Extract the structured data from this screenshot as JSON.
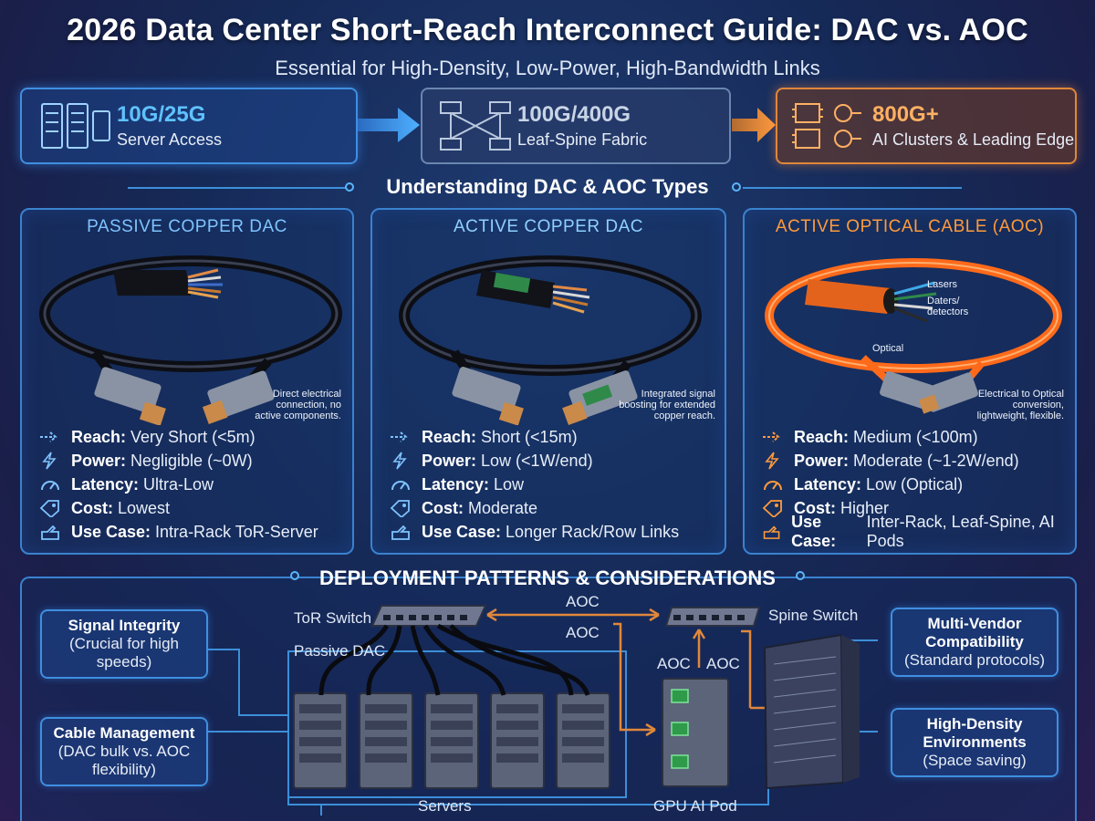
{
  "header": {
    "title": "2026 Data Center Short-Reach Interconnect Guide: DAC vs. AOC",
    "subtitle": "Essential for High-Density, Low-Power, High-Bandwidth Links"
  },
  "tiers": [
    {
      "speed": "10G/25G",
      "desc": "Server Access",
      "icon": "server-rack-icon"
    },
    {
      "speed": "100G/400G",
      "desc": "Leaf-Spine Fabric",
      "icon": "network-mesh-icon"
    },
    {
      "speed": "800G+",
      "desc": "AI Clusters & Leading Edge",
      "icon": "gpu-chip-icon"
    }
  ],
  "types_section": {
    "heading": "Understanding DAC & AOC Types"
  },
  "cards": [
    {
      "title": "PASSIVE COPPER DAC",
      "title_color": "#7fc3ff",
      "callout": [
        "Direct electrical",
        "connection, no",
        "active components."
      ],
      "specs": [
        {
          "label": "Reach:",
          "value": "Very Short (<5m)",
          "icon": "arrow-icon"
        },
        {
          "label": "Power:",
          "value": "Negligible (~0W)",
          "icon": "lightning-icon"
        },
        {
          "label": "Latency:",
          "value": "Ultra-Low",
          "icon": "gauge-icon"
        },
        {
          "label": "Cost:",
          "value": "Lowest",
          "icon": "price-tag-icon"
        },
        {
          "label": "Use Case:",
          "value": "Intra-Rack ToR-Server",
          "icon": "hand-icon"
        }
      ]
    },
    {
      "title": "ACTIVE COPPER DAC",
      "title_color": "#8fd0ff",
      "callout": [
        "Integrated signal",
        "boosting for extended",
        "copper reach."
      ],
      "specs": [
        {
          "label": "Reach:",
          "value": "Short (<15m)",
          "icon": "arrow-icon"
        },
        {
          "label": "Power:",
          "value": "Low (<1W/end)",
          "icon": "lightning-icon"
        },
        {
          "label": "Latency:",
          "value": "Low",
          "icon": "gauge-icon"
        },
        {
          "label": "Cost:",
          "value": "Moderate",
          "icon": "price-tag-icon"
        },
        {
          "label": "Use Case:",
          "value": "Longer Rack/Row Links",
          "icon": "hand-icon"
        }
      ]
    },
    {
      "title": "ACTIVE OPTICAL CABLE (AOC)",
      "title_color": "#ff9a3c",
      "callout": [
        "Electrical to Optical",
        "conversion,",
        "lightweight, flexible."
      ],
      "inner_labels": [
        "Lasers",
        "Daters/",
        "detectors",
        "Optical"
      ],
      "specs": [
        {
          "label": "Reach:",
          "value": "Medium (<100m)",
          "icon": "arrow-icon"
        },
        {
          "label": "Power:",
          "value": "Moderate (~1-2W/end)",
          "icon": "lightning-icon"
        },
        {
          "label": "Latency:",
          "value": "Low (Optical)",
          "icon": "gauge-icon"
        },
        {
          "label": "Cost:",
          "value": "Higher",
          "icon": "price-tag-icon"
        },
        {
          "label": "Use Case:",
          "value": "Inter-Rack, Leaf-Spine, AI Pods",
          "icon": "hand-icon"
        }
      ]
    }
  ],
  "deploy": {
    "heading": "DEPLOYMENT PATTERNS & CONSIDERATIONS",
    "notes_left": [
      {
        "title": "Signal Integrity",
        "body": "(Crucial for high speeds)"
      },
      {
        "title": "Cable Management",
        "body": "(DAC bulk vs. AOC flexibility)"
      }
    ],
    "notes_right": [
      {
        "title": "Multi-Vendor Compatibility",
        "body": "(Standard protocols)"
      },
      {
        "title": "High-Density Environments",
        "body": "(Space saving)"
      }
    ],
    "labels": {
      "tor_switch": "ToR Switch",
      "spine_switch": "Spine Switch",
      "passive_dac": "Passive DAC",
      "aoc_top": "AOC",
      "aoc_mid": "AOC",
      "aoc_left": "AOC",
      "aoc_right": "AOC",
      "servers": "Servers",
      "gpu_pod": "GPU AI Pod"
    }
  },
  "colors": {
    "accent_blue": "#3f8fe0",
    "accent_orange": "#e0873a",
    "copper": "#c87a3a"
  }
}
